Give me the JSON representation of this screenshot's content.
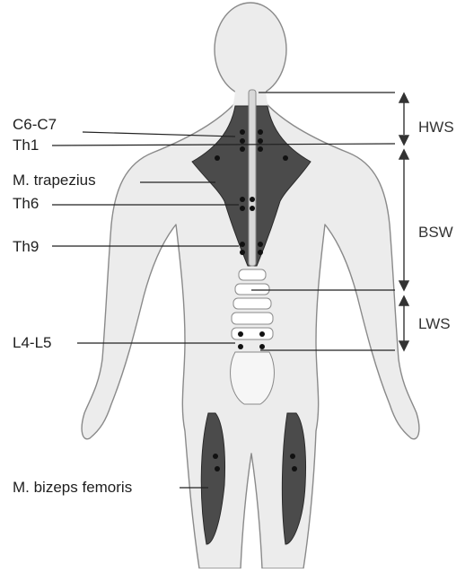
{
  "labels": {
    "c6c7": "C6-C7",
    "th1": "Th1",
    "trapezius": "M. trapezius",
    "th6": "Th6",
    "th9": "Th9",
    "l4l5": "L4-L5",
    "bizeps": "M. bizeps femoris"
  },
  "regions": {
    "hws": "HWS",
    "bsw": "BSW",
    "lws": "LWS"
  },
  "colors": {
    "body_fill": "#ececec",
    "body_outline": "#888888",
    "muscle": "#4b4b4b",
    "trigger_point": "#111111",
    "leader_line": "#222222"
  }
}
